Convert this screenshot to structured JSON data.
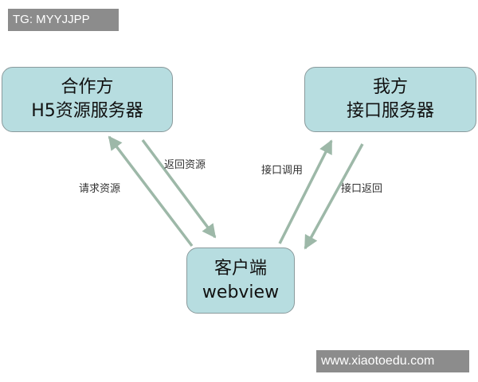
{
  "watermarks": {
    "top_left": "TG: MYYJJPP",
    "bottom_right": "www.xiaotoedu.com"
  },
  "nodes": {
    "partner": {
      "line1": "合作方",
      "line2": "H5资源服务器"
    },
    "ours": {
      "line1": "我方",
      "line2": "接口服务器"
    },
    "client": {
      "line1": "客户端",
      "line2": "webview"
    }
  },
  "edges": {
    "request_resource": "请求资源",
    "return_resource": "返回资源",
    "interface_call": "接口调用",
    "interface_return": "接口返回"
  },
  "colors": {
    "node_fill": "#b7dde0",
    "node_border": "#8a9a9c",
    "arrow": "#9db8a8",
    "watermark_bg": "#8c8c8c"
  }
}
